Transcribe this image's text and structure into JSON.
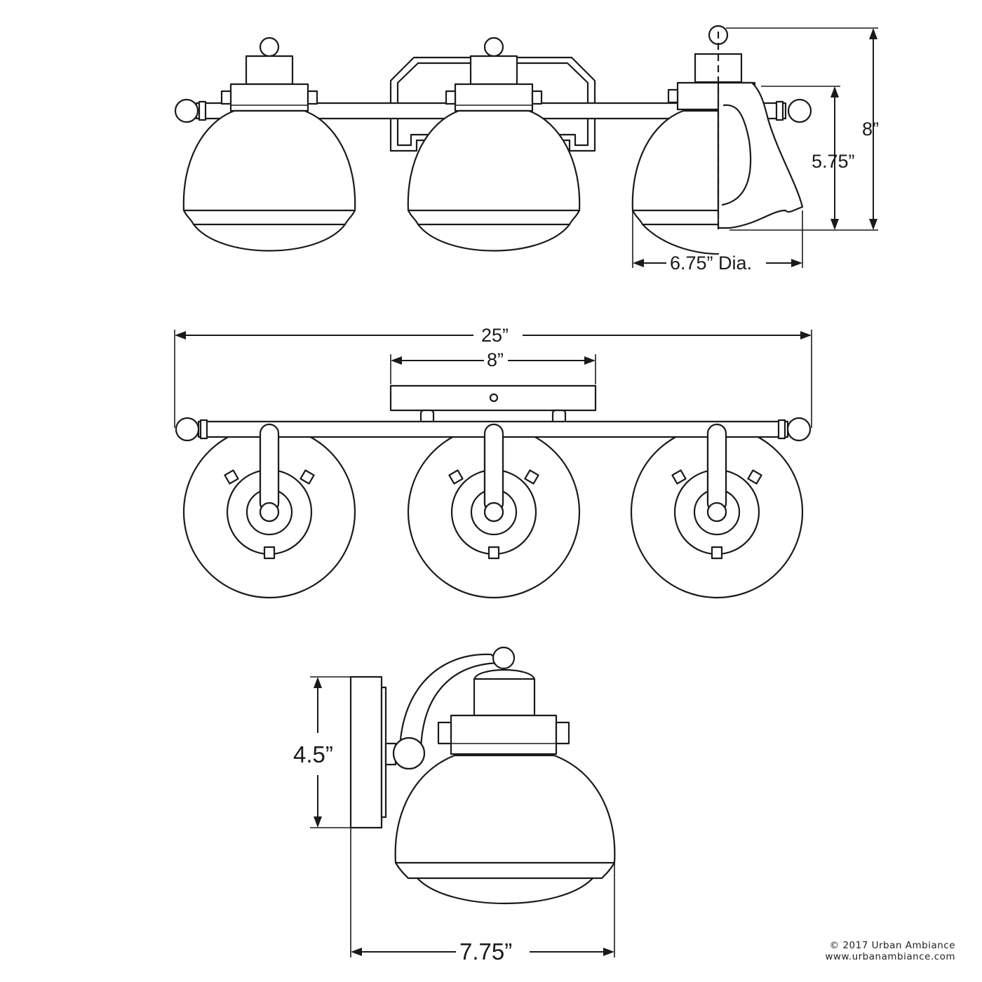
{
  "dimensions": {
    "overall_height": "8”",
    "shade_height": "5.75”",
    "shade_diameter": "6.75” Dia.",
    "overall_width": "25”",
    "backplate_width": "8”",
    "backplate_height": "4.5”",
    "extension": "7.75”"
  },
  "credit": {
    "copyright": "© 2017 Urban Ambiance",
    "website": "www.urbanambiance.com"
  }
}
